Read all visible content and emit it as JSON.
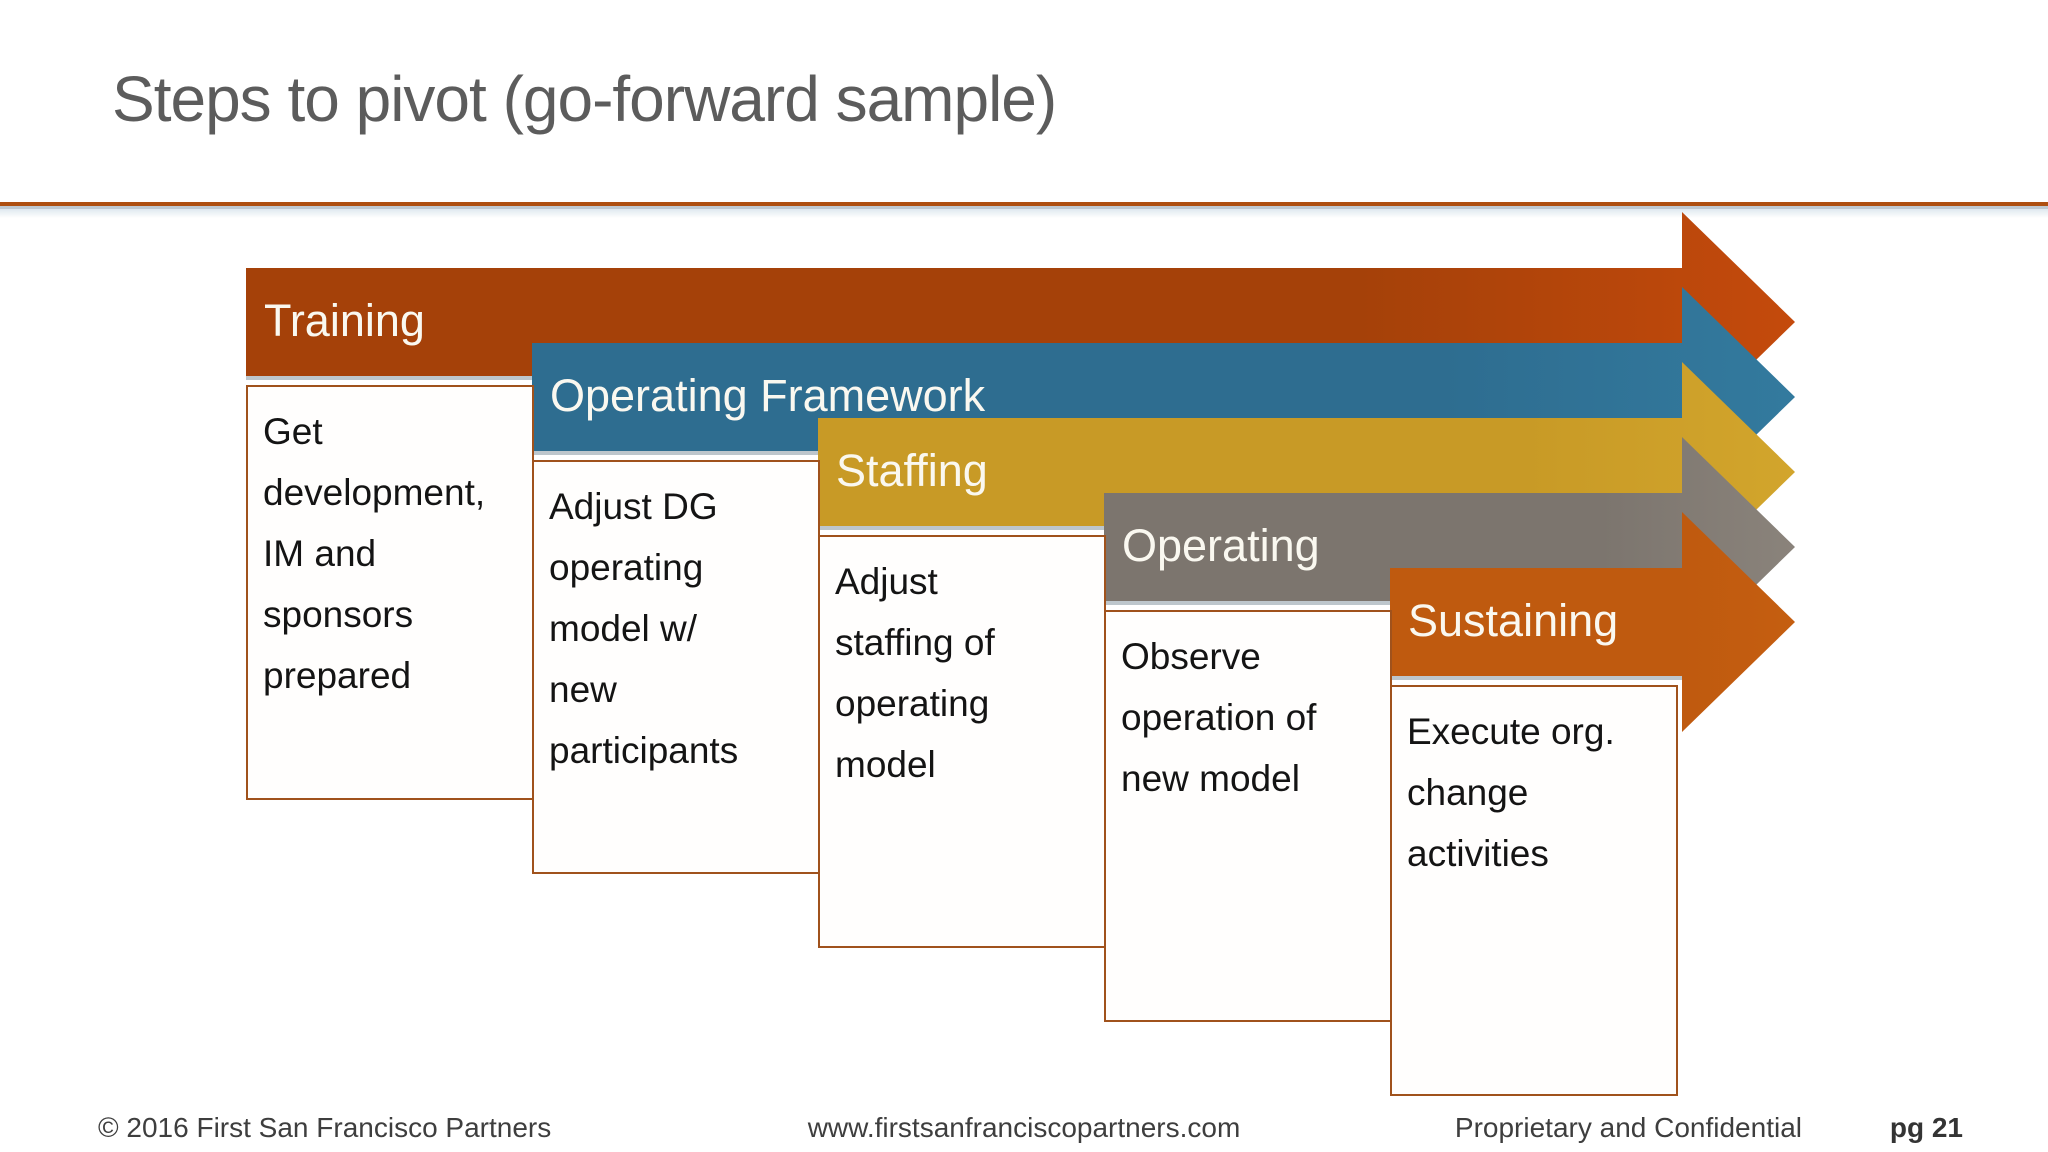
{
  "slide": {
    "title": "Steps to pivot (go-forward sample)",
    "title_color": "#5c5c5c",
    "divider_color": "#ae4f10",
    "background": "#ffffff"
  },
  "steps": [
    {
      "label": "Training",
      "description": "Get\ndevelopment,\nIM and\nsponsors\nprepared",
      "bar_color": "#a54109",
      "head_color": "#c44a0c"
    },
    {
      "label": "Operating Framework",
      "description": "Adjust DG\noperating\nmodel w/\nnew\nparticipants",
      "bar_color": "#2e6d90",
      "head_color": "#337a9e"
    },
    {
      "label": "Staffing",
      "description": "Adjust\nstaffing of\noperating\nmodel",
      "bar_color": "#c89a26",
      "head_color": "#d2a52c"
    },
    {
      "label": "Operating",
      "description": "Observe\noperation of\nnew model",
      "bar_color": "#7c756e",
      "head_color": "#8a837b"
    },
    {
      "label": "Sustaining",
      "description": "Execute org.\nchange\nactivities",
      "bar_color": "#bf5a0f",
      "head_color": "#c55e10"
    }
  ],
  "footer": {
    "copyright": "© 2016 First San Francisco Partners",
    "website": "www.firstsanfranciscopartners.com",
    "confidentiality": "Proprietary and Confidential",
    "page": "pg 21"
  }
}
